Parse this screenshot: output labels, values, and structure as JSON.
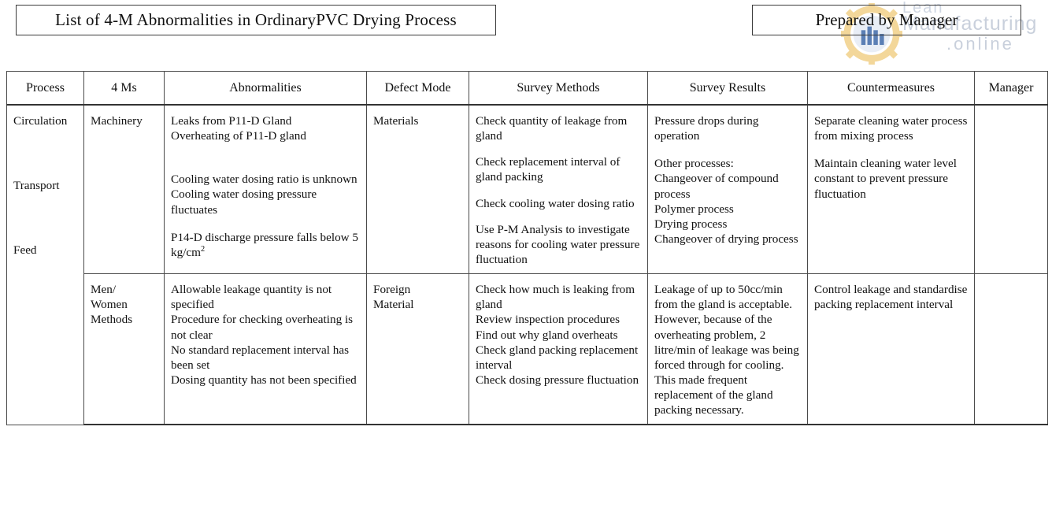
{
  "document": {
    "title_box": "List of 4-M Abnormalities in OrdinaryPVC Drying Process",
    "prepared_box": "Prepared by Manager"
  },
  "watermark": {
    "line1": "Lean",
    "line2": "Manufacturing",
    "line3": ".online",
    "icon": "gear-factory-logo",
    "color": "#c9d0dc",
    "accent": "#f2c24a"
  },
  "table": {
    "headers": [
      "Process",
      "4 Ms",
      "Abnormalities",
      "Defect Mode",
      "Survey Methods",
      "Survey Results",
      "Countermeasures",
      "Manager"
    ],
    "process_labels": [
      "Circulation",
      "Transport",
      "Feed"
    ],
    "rows": [
      {
        "four_ms": "Machinery",
        "abnormalities_group1": [
          "Leaks from P11-D Gland",
          "Overheating of P11-D gland"
        ],
        "abnormalities_group2": [
          "Cooling water dosing ratio is unknown",
          "Cooling water dosing pressure fluctuates"
        ],
        "abnormalities_group3_pre": "P14-D discharge pressure falls below 5 kg/cm",
        "abnormalities_group3_sup": "2",
        "defect_mode": "Materials",
        "survey_methods": [
          "Check quantity of leakage from gland",
          "Check replacement interval of gland packing",
          "Check cooling water dosing ratio",
          "Use P-M Analysis to investigate reasons for cooling water pressure fluctuation"
        ],
        "survey_results_group1": "Pressure drops during operation",
        "survey_results_group2": [
          "Other processes:",
          "Changeover of compound process",
          "Polymer process",
          "Drying process",
          "Changeover of drying process"
        ],
        "countermeasures": [
          "Separate cleaning water process from mixing process",
          "Maintain cleaning water level constant to prevent pressure fluctuation"
        ],
        "manager": ""
      },
      {
        "four_ms_lines": [
          "Men/",
          "Women",
          "Methods"
        ],
        "abnormalities_list": [
          "Allowable leakage quantity is not specified",
          "Procedure for checking overheating is not clear",
          "No standard replacement interval has been set",
          "Dosing quantity has not been specified"
        ],
        "defect_mode_lines": [
          "Foreign",
          "Material"
        ],
        "survey_methods_list": [
          "Check how much is leaking from gland",
          "Review inspection procedures",
          "Find out why gland overheats",
          "Check gland packing replacement interval",
          "Check dosing pressure fluctuation"
        ],
        "survey_results": "Leakage of up to 50cc/min from the gland is acceptable. However, because of the overheating problem, 2 litre/min of leakage was being forced through for cooling. This made frequent replacement of the gland packing necessary.",
        "countermeasures": [
          "Control leakage and standardise packing replacement interval"
        ],
        "manager": ""
      }
    ]
  }
}
